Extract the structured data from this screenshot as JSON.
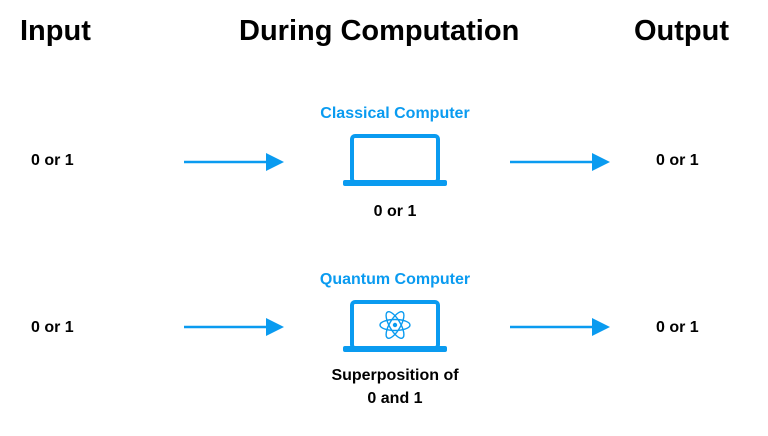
{
  "headers": {
    "input": "Input",
    "during": "During Computation",
    "output": "Output"
  },
  "classical": {
    "title": "Classical Computer",
    "input": "0 or 1",
    "state": "0 or 1",
    "output": "0 or 1"
  },
  "quantum": {
    "title": "Quantum Computer",
    "input": "0 or 1",
    "state_line1": "Superposition of",
    "state_line2": "0 and 1",
    "output": "0 or 1",
    "screen_icon": "atom-icon"
  },
  "colors": {
    "accent": "#0a9bf0",
    "text": "#000000"
  }
}
